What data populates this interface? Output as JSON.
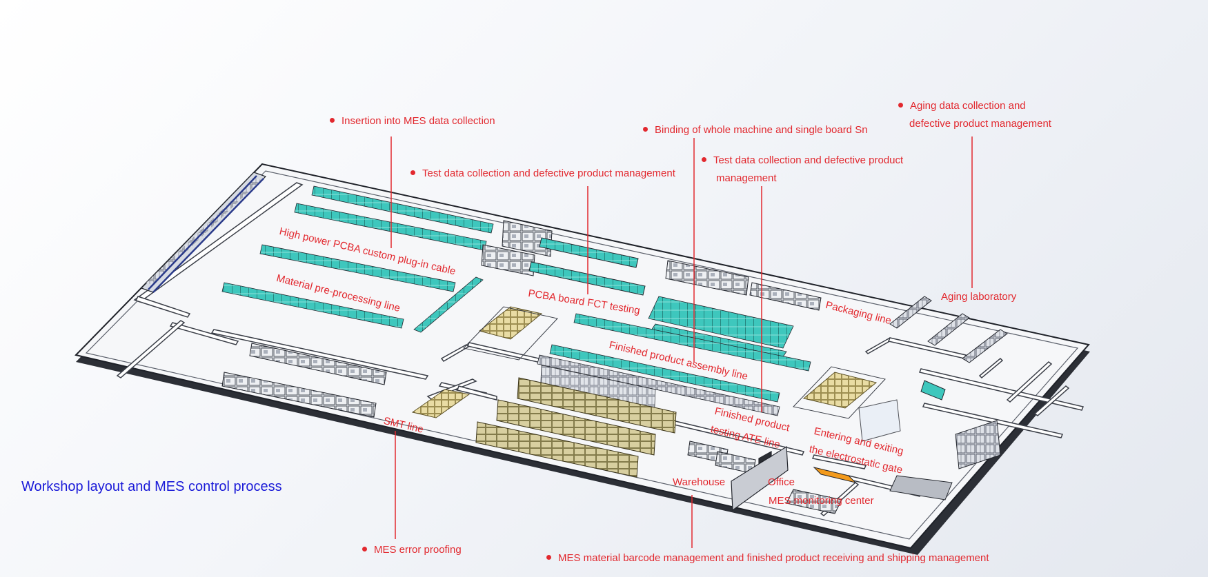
{
  "title": "Workshop layout and MES control process",
  "callouts": {
    "insertion": "Insertion into MES data collection",
    "test_data_1": "Test data collection and defective product management",
    "binding": "Binding of whole machine and single board Sn",
    "test_data_2_line1": "Test data collection and defective product",
    "test_data_2_line2": "management",
    "aging_data_line1": "Aging data collection and",
    "aging_data_line2": "defective product management",
    "error_proofing": "MES error proofing",
    "material_barcode": "MES material barcode management and finished product receiving and shipping management"
  },
  "areas": {
    "plugin_cable": "High power PCBA custom plug-in cable",
    "pre_processing": "Material pre-processing line",
    "fct_testing": "PCBA board FCT testing",
    "packaging": "Packaging line",
    "aging_lab": "Aging laboratory",
    "assembly": "Finished product assembly line",
    "ate_line1": "Finished product",
    "ate_line2": "testing ATE line",
    "esd_line1": "Entering and exiting",
    "esd_line2": "the electrostatic gate",
    "smt": "SMT line",
    "warehouse": "Warehouse",
    "office": "Office",
    "monitoring": "MES monitoring center"
  },
  "colors": {
    "callout_red": "#e2282e",
    "title_blue": "#1a1ad8",
    "workbench_teal": "#3ec7bd",
    "pallet_tan": "#e6d9a2",
    "rack_gray": "#c9ccd4",
    "desk_orange": "#f39a1c",
    "background": "#eef1f6"
  }
}
